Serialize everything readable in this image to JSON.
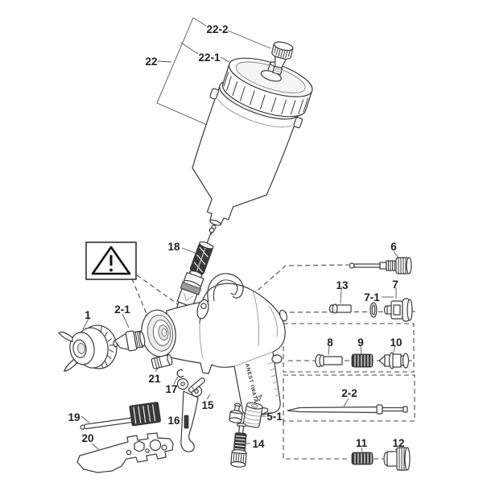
{
  "diagram": {
    "kind": "exploded parts diagram",
    "subject": "gravity-feed paint spray gun with cup",
    "line_color": "#3b3b3b",
    "background_color": "#ffffff",
    "warning_icon": "warning-triangle-icon"
  },
  "brand": {
    "name": "ANEST IWATA"
  },
  "labels": {
    "p1": "1",
    "p2_1": "2-1",
    "p2_2": "2-2",
    "p5_1": "5-1",
    "p6": "6",
    "p7": "7",
    "p7_1": "7-1",
    "p8": "8",
    "p9": "9",
    "p10": "10",
    "p11": "11",
    "p12": "12",
    "p13": "13",
    "p14": "14",
    "p15": "15",
    "p16": "16",
    "p17": "17",
    "p18": "18",
    "p19": "19",
    "p20": "20",
    "p21": "21",
    "p22": "22",
    "p22_1": "22-1",
    "p22_2": "22-2"
  }
}
